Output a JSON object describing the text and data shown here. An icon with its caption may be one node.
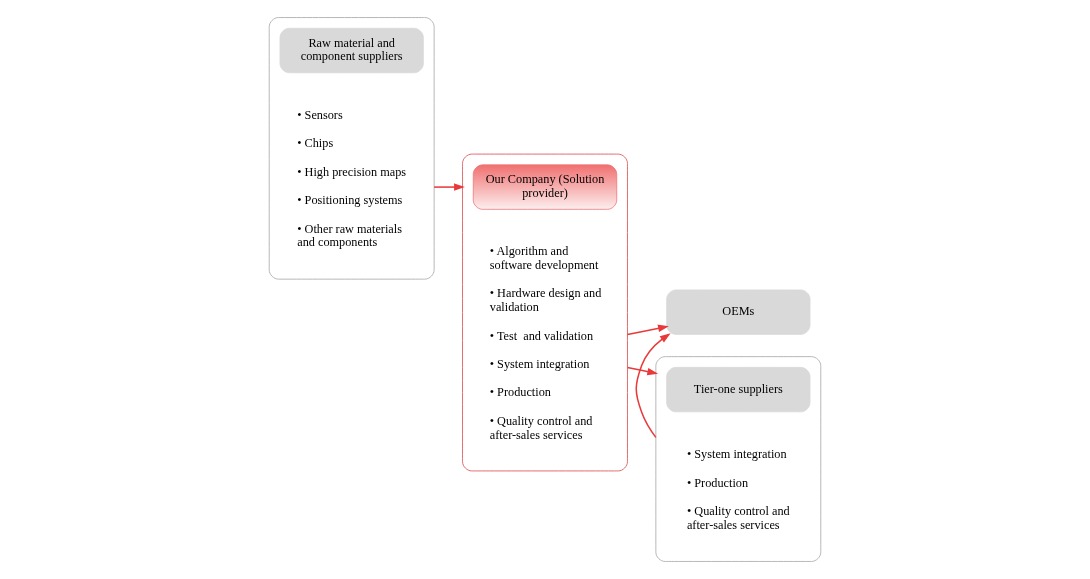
{
  "diagram": {
    "nodes": [
      {
        "text": [],
        "shape": "box"
      },
      {
        "text": [
          "Raw material and component suppliers"
        ],
        "in": 0
      },
      {
        "text": [
          "• Sensors",
          "• Chips",
          "• High precision maps",
          "• Positioning systems",
          "• Other raw materials and components"
        ],
        "in": 0
      },
      {
        "text": [],
        "shape": "box"
      },
      {
        "text": [
          "Our Company (Solution provider)"
        ],
        "in": 3
      },
      {
        "text": [
          "• Algorithm and software development",
          "• Hardware design and validation",
          "• Test  and validation",
          "• System integration",
          "• Production",
          "• Quality control and after-sales services"
        ],
        "in": 3
      },
      {
        "text": [
          "OEMs"
        ]
      },
      {
        "text": [],
        "shape": "box"
      },
      {
        "text": [
          "Tier-one suppliers"
        ],
        "in": 7
      },
      {
        "text": [
          "• System integration",
          "• Production",
          "• Quality control and after-sales services"
        ],
        "in": 7
      }
    ],
    "edges": [
      {
        "from": 0,
        "to": 3,
        "arrow": "to"
      },
      {
        "from": 3,
        "to": 6,
        "arrow": "to"
      },
      {
        "from": 3,
        "to": 7,
        "arrow": "to"
      },
      {
        "from": 7,
        "to": 6,
        "arrow": "to"
      }
    ]
  }
}
